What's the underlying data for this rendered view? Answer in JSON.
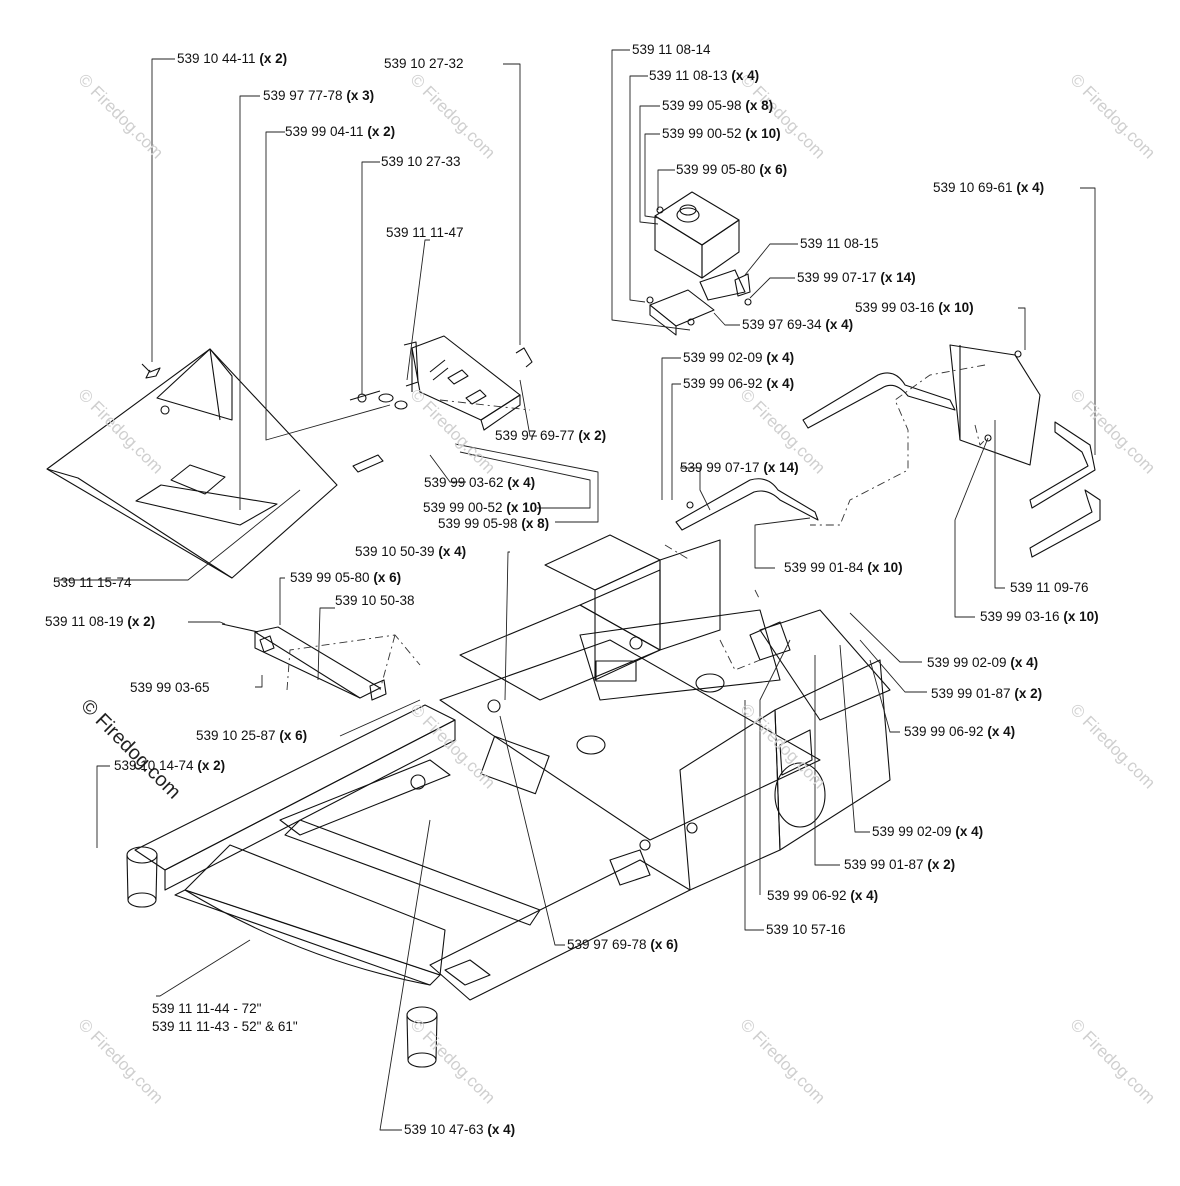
{
  "watermark": "© Firedog.com",
  "labels": [
    {
      "part": "539 10 44-11",
      "qty": "(x 2)"
    },
    {
      "part": "539 10 27-32",
      "qty": ""
    },
    {
      "part": "539 97 77-78",
      "qty": "(x 3)"
    },
    {
      "part": "539 99 04-11",
      "qty": "(x 2)"
    },
    {
      "part": "539 10 27-33",
      "qty": ""
    },
    {
      "part": "539 11 11-47",
      "qty": ""
    },
    {
      "part": "539 11 08-14",
      "qty": ""
    },
    {
      "part": "539 11 08-13",
      "qty": "(x 4)"
    },
    {
      "part": "539 99 05-98",
      "qty": "(x 8)"
    },
    {
      "part": "539 99 00-52",
      "qty": "(x 10)"
    },
    {
      "part": "539 99 05-80",
      "qty": "(x 6)"
    },
    {
      "part": "539 11 08-15",
      "qty": ""
    },
    {
      "part": "539 99 07-17",
      "qty": "(x 14)"
    },
    {
      "part": "539 97 69-34",
      "qty": "(x 4)"
    },
    {
      "part": "539 10 69-61",
      "qty": "(x 4)"
    },
    {
      "part": "539 99 03-16",
      "qty": "(x 10)"
    },
    {
      "part": "539 99 02-09",
      "qty": "(x 4)"
    },
    {
      "part": "539 99 06-92",
      "qty": "(x 4)"
    },
    {
      "part": "539 97 69-77",
      "qty": "(x 2)"
    },
    {
      "part": "539 99 07-17",
      "qty": "(x 14)"
    },
    {
      "part": "539 99 03-62",
      "qty": "(x 4)"
    },
    {
      "part": "539 99 00-52",
      "qty": "(x 10)"
    },
    {
      "part": "539 99 05-98",
      "qty": "(x 8)"
    },
    {
      "part": "539 99 01-84",
      "qty": "(x 10)"
    },
    {
      "part": "539 11 09-76",
      "qty": ""
    },
    {
      "part": "539 99 03-16",
      "qty": "(x 10)"
    },
    {
      "part": "539 11 15-74",
      "qty": ""
    },
    {
      "part": "539 10 50-39",
      "qty": "(x 4)"
    },
    {
      "part": "539 99 05-80",
      "qty": "(x 6)"
    },
    {
      "part": "539 10 50-38",
      "qty": ""
    },
    {
      "part": "539 11 08-19",
      "qty": "(x 2)"
    },
    {
      "part": "539 99 03-65",
      "qty": ""
    },
    {
      "part": "539 10 25-87",
      "qty": "(x 6)"
    },
    {
      "part": "539 99 02-09",
      "qty": "(x 4)"
    },
    {
      "part": "539 99 01-87",
      "qty": "(x 2)"
    },
    {
      "part": "539 99 06-92",
      "qty": "(x 4)"
    },
    {
      "part": "539 10 14-74",
      "qty": "(x 2)"
    },
    {
      "part": "539 99 02-09",
      "qty": "(x 4)"
    },
    {
      "part": "539 99 01-87",
      "qty": "(x 2)"
    },
    {
      "part": "539 99 06-92",
      "qty": "(x 4)"
    },
    {
      "part": "539 10 57-16",
      "qty": ""
    },
    {
      "part": "539 97 69-78",
      "qty": "(x 6)"
    },
    {
      "part": "539 11 11-44 - 72\"",
      "qty": ""
    },
    {
      "part": "539 11 11-43 - 52\" & 61\"",
      "qty": ""
    },
    {
      "part": "539 10 47-63",
      "qty": "(x 4)"
    }
  ]
}
